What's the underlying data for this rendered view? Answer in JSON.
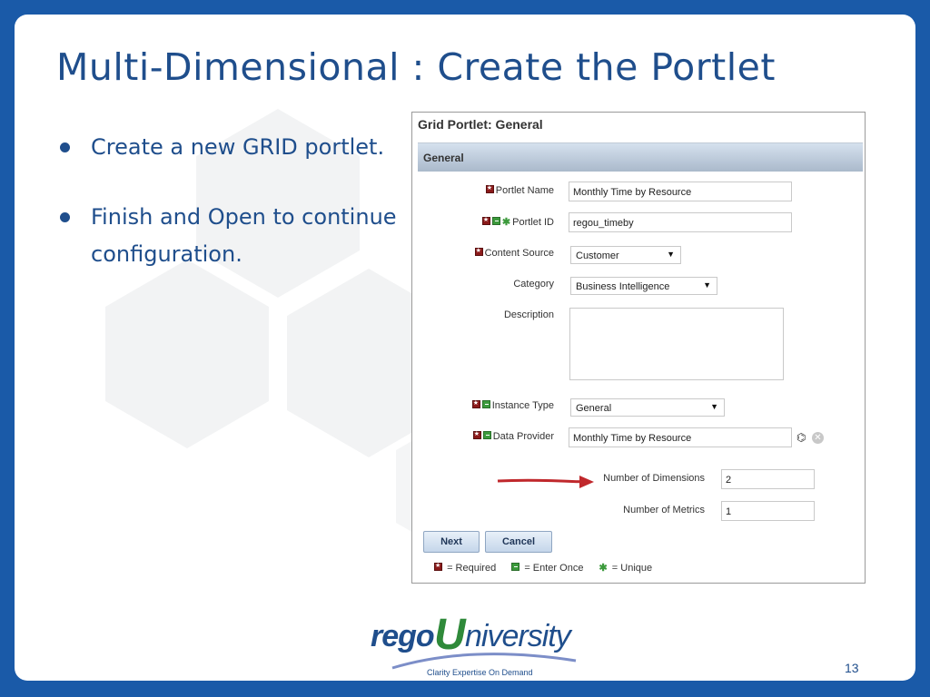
{
  "slide": {
    "title": "Multi-Dimensional : Create the Portlet",
    "bullets": [
      "Create a new GRID portlet.",
      "Finish and Open to continue configuration."
    ],
    "page_number": "13",
    "logo": {
      "part1": "rego",
      "part2": "U",
      "part3": "niversity",
      "tagline": "Clarity Expertise On Demand"
    }
  },
  "colors": {
    "frame": "#1a5aa8",
    "title": "#1f4e8c",
    "required": "#8b1a1a",
    "enter_once": "#3c9a3c",
    "arrow": "#c0282c"
  },
  "form": {
    "title": "Grid Portlet: General",
    "section": "General",
    "fields": {
      "portlet_name": {
        "label": "Portlet Name",
        "value": "Monthly Time by Resource"
      },
      "portlet_id": {
        "label": "Portlet ID",
        "value": "regou_timeby"
      },
      "content_source": {
        "label": "Content Source",
        "value": "Customer"
      },
      "category": {
        "label": "Category",
        "value": "Business Intelligence"
      },
      "description": {
        "label": "Description",
        "value": ""
      },
      "instance_type": {
        "label": "Instance Type",
        "value": "General"
      },
      "data_provider": {
        "label": "Data Provider",
        "value": "Monthly Time by Resource"
      },
      "num_dimensions": {
        "label": "Number of Dimensions",
        "value": "2"
      },
      "num_metrics": {
        "label": "Number of Metrics",
        "value": "1"
      }
    },
    "buttons": {
      "next": "Next",
      "cancel": "Cancel"
    },
    "legend": {
      "required": "= Required",
      "enter_once": "= Enter Once",
      "unique": "= Unique"
    },
    "icons": [
      "required-icon",
      "enter-once-icon",
      "unique-icon",
      "binoculars-icon",
      "clear-icon",
      "dropdown-arrow-icon"
    ]
  }
}
